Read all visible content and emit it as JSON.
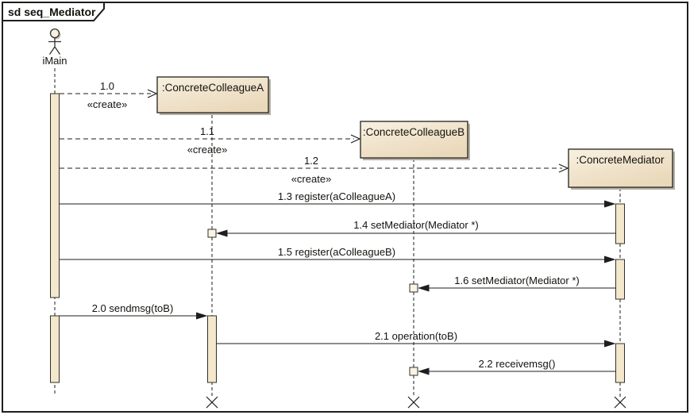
{
  "frame": {
    "title": "sd seq_Mediator"
  },
  "actor": {
    "name": "iMain"
  },
  "objects": {
    "colleagueA": ":ConcreteColleagueA",
    "colleagueB": ":ConcreteColleagueB",
    "mediator": ":ConcreteMediator"
  },
  "messages": [
    {
      "label": "1.0",
      "stereotype": "«create»",
      "type": "create-dashed"
    },
    {
      "label": "1.1",
      "stereotype": "«create»",
      "type": "create-dashed"
    },
    {
      "label": "1.2",
      "stereotype": "«create»",
      "type": "create-dashed"
    },
    {
      "label": "1.3 register(aColleagueA)",
      "type": "call"
    },
    {
      "label": "1.4 setMediator(Mediator *)",
      "type": "call"
    },
    {
      "label": "1.5 register(aColleagueB)",
      "type": "call"
    },
    {
      "label": "1.6 setMediator(Mediator *)",
      "type": "call"
    },
    {
      "label": "2.0 sendmsg(toB)",
      "type": "call"
    },
    {
      "label": "2.1 operation(toB)",
      "type": "call"
    },
    {
      "label": "2.2 receivemsg()",
      "type": "call"
    }
  ],
  "icons": {
    "actor": "stick-figure-icon",
    "destroy": "x-destroy-icon",
    "open_arrowhead": "open-arrow-icon",
    "filled_arrowhead": "filled-arrow-icon"
  },
  "colors": {
    "box_fill_top": "#F8F1E1",
    "box_fill_bottom": "#EAD8BA",
    "activation_fill": "#F3E7CC",
    "square_fill": "#FAF4E4",
    "border": "#32302A",
    "shadow": "#B4B0A6",
    "line": "#1E1E1E",
    "text": "#14120E",
    "background": "#FFFFFF"
  }
}
